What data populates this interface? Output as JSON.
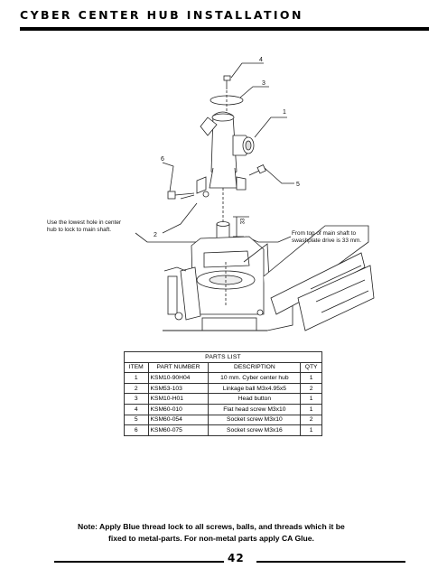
{
  "header": {
    "title": "CYBER CENTER HUB INSTALLATION"
  },
  "callouts": {
    "n4": "4",
    "n3": "3",
    "n1": "1",
    "n6": "6",
    "n5": "5",
    "n2": "2",
    "lower_hole_line1": "Use the lowest hole in center",
    "lower_hole_line2": "hub to lock to main shaft.",
    "shaft_line1": "From top of main shaft to",
    "shaft_line2": "swashplate drive is 33 mm.",
    "dimension": "33"
  },
  "parts_list": {
    "caption": "PARTS LIST",
    "headers": [
      "ITEM",
      "PART NUMBER",
      "DESCRIPTION",
      "QTY"
    ],
    "rows": [
      [
        "1",
        "KSM10-90H04",
        "10 mm. Cyber center hub",
        "1"
      ],
      [
        "2",
        "KSM53-103",
        "Linkage ball M3x4.95x5",
        "2"
      ],
      [
        "3",
        "KSM10-H01",
        "Head button",
        "1"
      ],
      [
        "4",
        "KSM60-010",
        "Flat head screw M3x10",
        "1"
      ],
      [
        "5",
        "KSM60-054",
        "Socket screw M3x10",
        "2"
      ],
      [
        "6",
        "KSM60-075",
        "Socket screw M3x16",
        "1"
      ]
    ]
  },
  "note": {
    "line1": "Note:  Apply Blue thread lock to all screws, balls, and threads which it be",
    "line2": "fixed to metal-parts. For non-metal parts apply CA Glue."
  },
  "footer": {
    "page_number": "42"
  }
}
